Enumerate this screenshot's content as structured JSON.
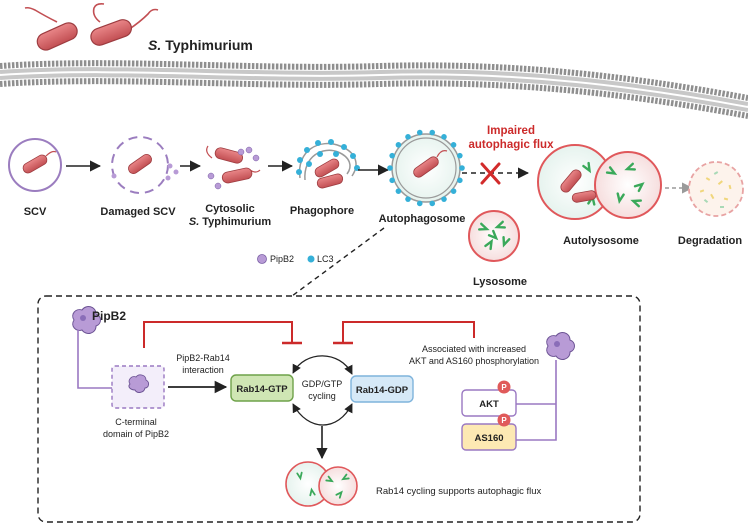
{
  "header": {
    "organism_prefix": "S.",
    "organism_name": "Typhimurium"
  },
  "stages": {
    "scv": "SCV",
    "damaged_scv": "Damaged SCV",
    "cytosolic_line1": "Cytosolic",
    "cytosolic_prefix": "S.",
    "cytosolic_name": "Typhimurium",
    "phagophore": "Phagophore",
    "autophagosome": "Autophagosome",
    "impaired_line1": "Impaired",
    "impaired_line2": "autophagic flux",
    "autolysosome": "Autolysosome",
    "lysosome": "Lysosome",
    "degradation": "Degradation"
  },
  "legend": {
    "pipb2": "PipB2",
    "lc3": "LC3"
  },
  "inset": {
    "pipb2_title": "PipB2",
    "cterm_line1": "C-terminal",
    "cterm_line2": "domain of PipB2",
    "interaction_line1": "PipB2-Rab14",
    "interaction_line2": "interaction",
    "rab14_gtp": "Rab14-GTP",
    "rab14_gdp": "Rab14-GDP",
    "cycling_line1": "GDP/GTP",
    "cycling_line2": "cycling",
    "assoc_line1": "Associated with increased",
    "assoc_line2": "AKT and AS160 phosphorylation",
    "akt": "AKT",
    "as160": "AS160",
    "p_badge": "P",
    "supports": "Rab14 cycling supports autophagic flux"
  },
  "colors": {
    "bacteria": "#d9686a",
    "scv_ring": "#9b7dbf",
    "lc3": "#35b0d8",
    "lysosome_ring": "#e0585b",
    "lysosome_content": "#3aa95a",
    "inhibit": "#cc2a2a",
    "gtp_fill": "#cfe6b4",
    "gtp_border": "#6fa24a",
    "gdp_fill": "#d6e9f7",
    "gdp_border": "#7fb4dc",
    "kinase_fill": "#fde9b3",
    "kinase_border": "#9a78c2",
    "p_badge": "#e05a5a"
  }
}
